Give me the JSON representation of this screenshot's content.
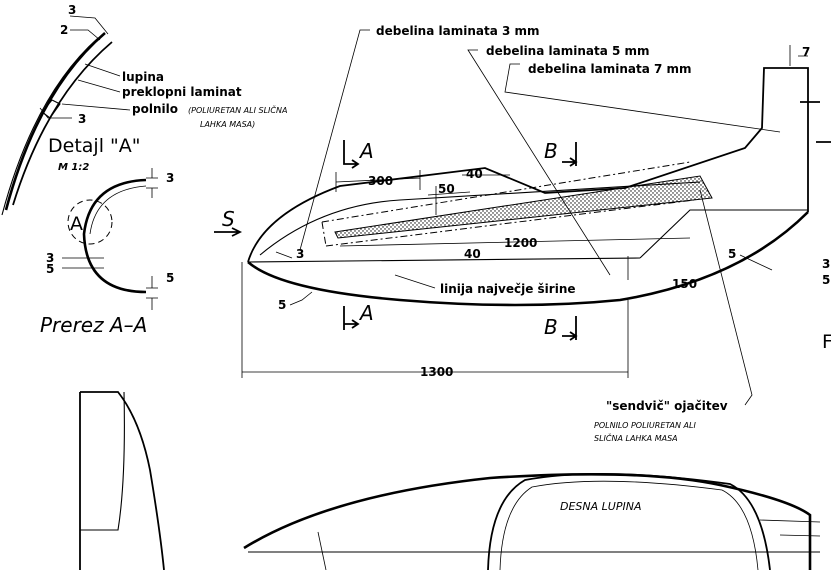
{
  "detail": {
    "title": "Detajl \"A\"",
    "scale": "M 1:2",
    "dim_3_top": "3",
    "dim_2": "2",
    "dim_3_bottom": "3",
    "label_lupina": "lupina",
    "label_preklopni": "preklopni laminat",
    "label_polnilo": "polnilo",
    "label_polnilo_note_1": "(POLIURETAN ALI SLIČNA",
    "label_polnilo_note_2": "LAHKA MASA)"
  },
  "section": {
    "title": "Prerez A–A",
    "circle_label": "A",
    "dim_3_top": "3",
    "dim_3_left": "3",
    "dim_5_left": "5",
    "dim_5_bottom": "5"
  },
  "main": {
    "label_3mm": "debelina laminata 3 mm",
    "label_5mm": "debelina laminata 5 mm",
    "label_7mm": "debelina laminata 7 mm",
    "dim_7": "7",
    "view_s": "S",
    "cut_a": "A",
    "cut_b": "B",
    "dim_300": "300",
    "dim_40_top": "40",
    "dim_50": "50",
    "dim_40_bottom": "40",
    "dim_1200": "1200",
    "dim_150": "150",
    "dim_3": "3",
    "dim_5_left": "5",
    "dim_5_right": "5",
    "dim_1300": "1300",
    "label_linija": "linija največje širine",
    "label_sendvic": "\"sendvič\" ojačitev",
    "note_polnilo_1": "POLNILO POLIURETAN ALI",
    "note_polnilo_2": "SLIČNA LAHKA MASA",
    "edge_3": "3",
    "edge_5": "5",
    "edge_f": "F"
  },
  "bottom": {
    "shell_label": "DESNA LUPINA"
  }
}
